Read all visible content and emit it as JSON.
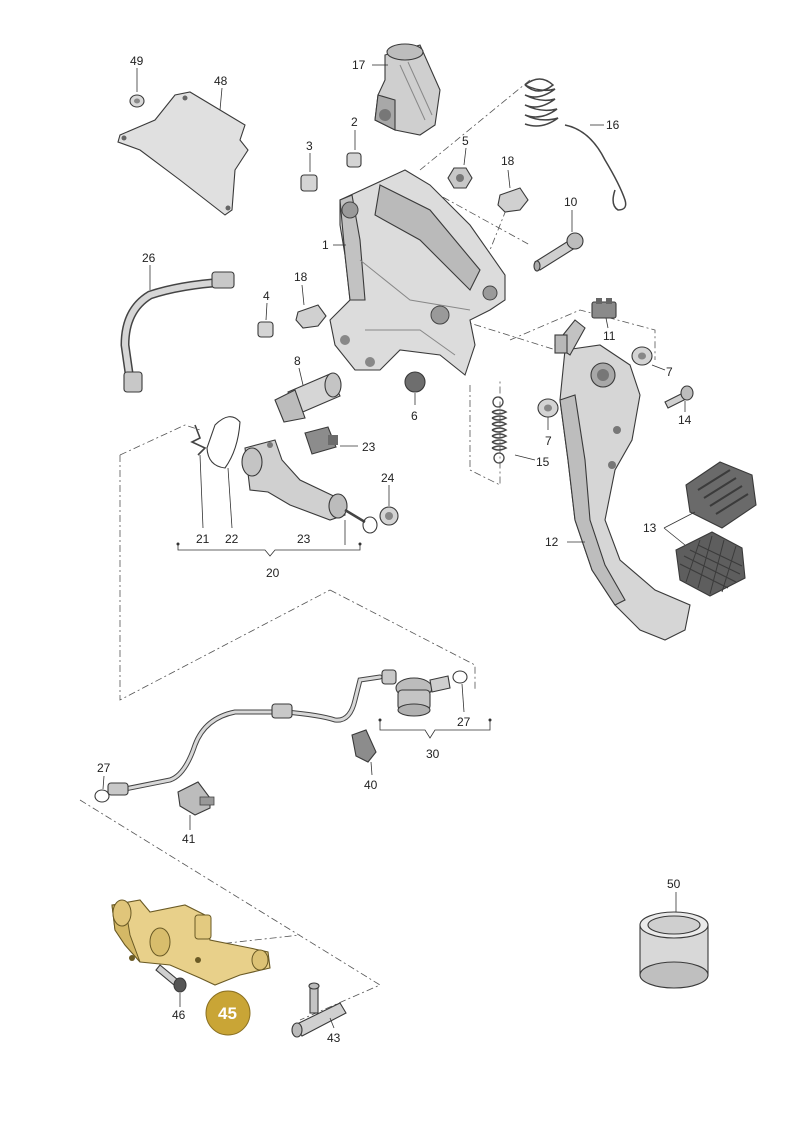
{
  "colors": {
    "part_fill": "#d9d9d9",
    "part_dark": "#9a9a9a",
    "line": "#333333",
    "highlight_part": "#e8d08a",
    "highlight_badge": "#c9a536"
  },
  "callouts": {
    "c49": "49",
    "c48": "48",
    "c17": "17",
    "c2": "2",
    "c16": "16",
    "c3": "3",
    "c5": "5",
    "c18a": "18",
    "c10": "10",
    "c1": "1",
    "c26": "26",
    "c18b": "18",
    "c4": "4",
    "c11": "11",
    "c8": "8",
    "c7a": "7",
    "c6": "6",
    "c7b": "7",
    "c14": "14",
    "c23a": "23",
    "c15": "15",
    "c24": "24",
    "c13": "13",
    "c21": "21",
    "c22": "22",
    "c23b": "23",
    "c12": "12",
    "c20": "20",
    "c27a": "27",
    "c30": "30",
    "c27b": "27",
    "c40": "40",
    "c41": "41",
    "c50": "50",
    "c46": "46",
    "c43": "43"
  },
  "highlight": {
    "label": "45"
  }
}
